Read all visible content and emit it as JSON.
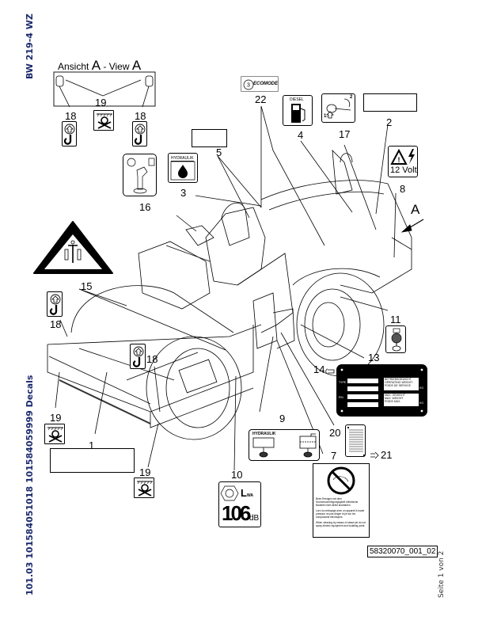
{
  "document": {
    "model": "BW 219-4 WZ",
    "doc_ref": "101.03 101584051018 101584059999 Decals",
    "page": "Seite 1 von 2",
    "drawing_number": "58320070_001_02"
  },
  "view_a": {
    "title_ansicht": "Ansicht ",
    "title_letter1": "A",
    "title_sep": " - View ",
    "title_letter2": "A"
  },
  "callouts": {
    "c1": "1",
    "c2": "2",
    "c3": "3",
    "c4": "4",
    "c5": "5",
    "c7": "7",
    "c8": "8",
    "c9": "9",
    "c10": "10",
    "c11": "11",
    "c13": "13",
    "c14": "14",
    "c15": "15",
    "c16": "16",
    "c17": "17",
    "c18": "18",
    "c19": "19",
    "c20": "20",
    "c21": "21",
    "c22": "22",
    "arrow_a": "A"
  },
  "decals": {
    "ecomode": "ECOMODE",
    "diesel": "DIESEL",
    "hydraulik": "HYDRAULIK",
    "volt": "12 Volt",
    "sound_label": "L",
    "sound_sub": "WA",
    "sound_value": "106",
    "sound_unit": "dB",
    "keys_step1": "1.",
    "keys_step2": "2",
    "type_plate": {
      "type_label": "TYPE",
      "pin_label": "PIN",
      "weight_lines": [
        "BETRIEBSGEWICHT",
        "OPERATING WEIGHT",
        "POIDS DE SERVICE"
      ],
      "max_lines": [
        "MAX. GEWICHT",
        "MAX. WEIGHT",
        "POIDS MAX."
      ],
      "unit": "KG"
    },
    "cleaning_text": [
      "Beim Reinigen mit dem Hochdruckreinigungsgerät elektrische Bauteile nicht direkt anstrahlen.",
      "Lors du nettoyage avec un appareil à haute pression ne pas diriger le jet sur les composants électriques.",
      "When cleaning by means of steam jet do not spray electric equipment and isolating parts."
    ]
  }
}
